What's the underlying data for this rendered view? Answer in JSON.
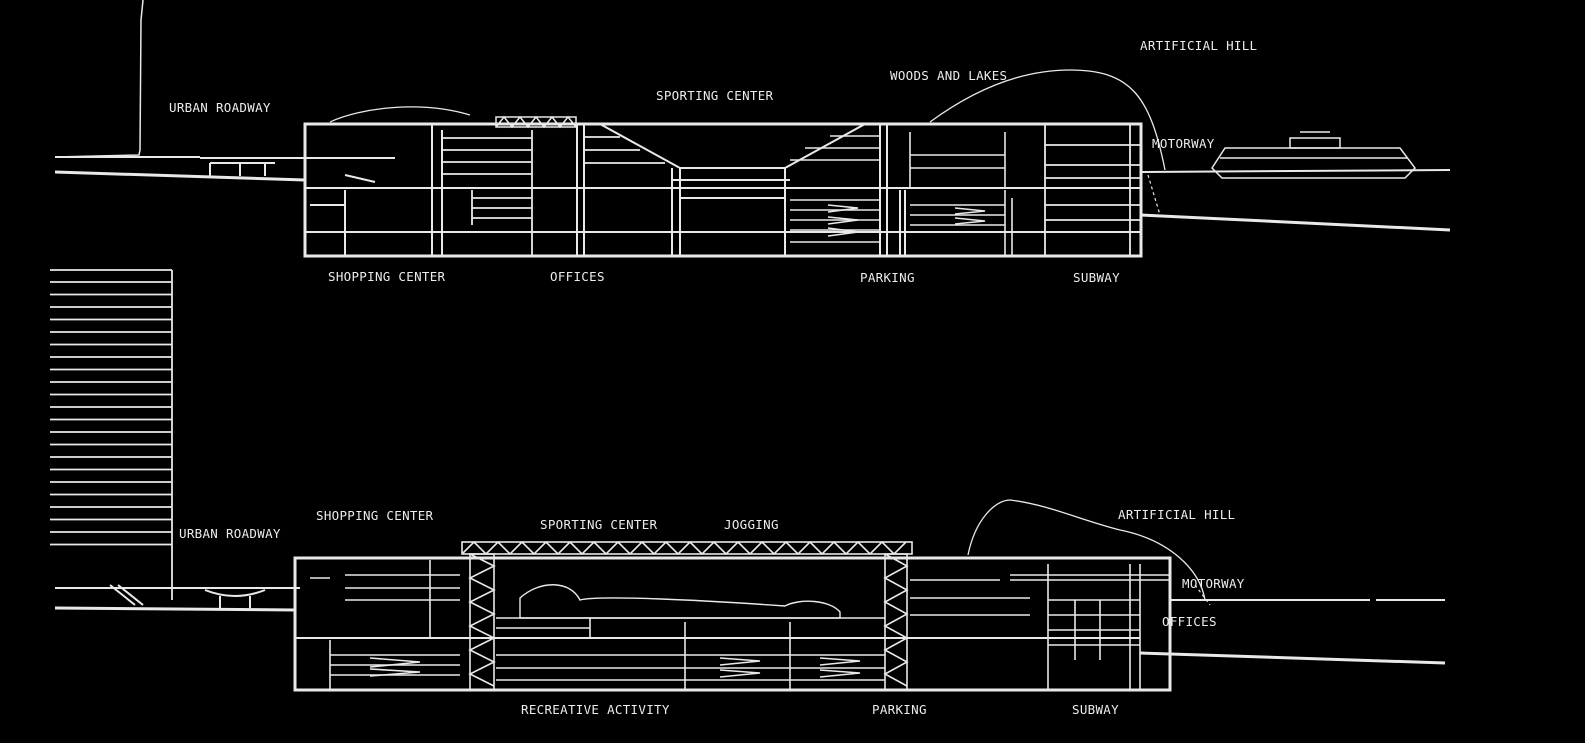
{
  "sections": {
    "upper": {
      "labels": {
        "urban_roadway": "URBAN ROADWAY",
        "sporting_center": "SPORTING CENTER",
        "woods_and_lakes": "WOODS AND LAKES",
        "artificial_hill": "ARTIFICIAL HILL",
        "motorway": "MOTORWAY",
        "shopping_center": "SHOPPING CENTER",
        "offices": "OFFICES",
        "parking": "PARKING",
        "subway": "SUBWAY"
      }
    },
    "lower": {
      "labels": {
        "shopping_center": "SHOPPING CENTER",
        "urban_roadway": "URBAN ROADWAY",
        "sporting_center": "SPORTING CENTER",
        "jogging": "JOGGING",
        "artificial_hill": "ARTIFICIAL HILL",
        "motorway": "MOTORWAY",
        "offices": "OFFICES",
        "recreative_activity": "RECREATIVE ACTIVITY",
        "parking": "PARKING",
        "subway": "SUBWAY"
      }
    }
  },
  "colors": {
    "background": "#000000",
    "linework": "#e9e9e9"
  }
}
